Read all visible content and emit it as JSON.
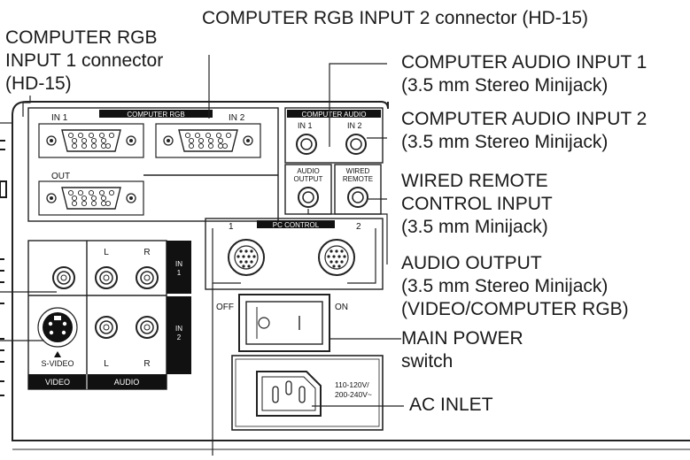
{
  "callouts": {
    "rgb_in2": "COMPUTER RGB INPUT 2 connector (HD-15)",
    "rgb_in1": [
      "COMPUTER RGB",
      "INPUT 1 connector",
      "(HD-15)"
    ],
    "audio_in1": [
      "COMPUTER AUDIO INPUT 1",
      "(3.5 mm Stereo Minijack)"
    ],
    "audio_in2": [
      "COMPUTER AUDIO INPUT 2",
      "(3.5 mm Stereo Minijack)"
    ],
    "wired_remote": [
      "WIRED REMOTE",
      "CONTROL INPUT",
      "(3.5 mm Minijack)"
    ],
    "audio_output": [
      "AUDIO OUTPUT",
      "(3.5 mm Stereo Minijack)",
      "(VIDEO/COMPUTER RGB)"
    ],
    "main_power": [
      "MAIN POWER",
      "switch"
    ],
    "ac_inlet": "AC INLET"
  },
  "panel": {
    "computer_rgb": "COMPUTER RGB",
    "rgb_in1": "IN 1",
    "rgb_in2": "IN 2",
    "rgb_out": "OUT",
    "computer_audio": "COMPUTER AUDIO",
    "audio_in1": "IN 1",
    "audio_in2": "IN 2",
    "audio_output": [
      "AUDIO",
      "OUTPUT"
    ],
    "wired_remote": [
      "WIRED",
      "REMOTE"
    ],
    "pc_control": "PC CONTROL",
    "pc_port1": "1",
    "pc_port2": "2",
    "off": "OFF",
    "on": "ON",
    "voltage": [
      "110-120V/",
      "200-240V~"
    ],
    "audio_l": "L",
    "audio_r": "R",
    "in1_tab": [
      "IN",
      "1"
    ],
    "in2_tab": [
      "IN",
      "2"
    ],
    "s_video": "S-VIDEO",
    "video": "VIDEO",
    "audio": "AUDIO"
  }
}
